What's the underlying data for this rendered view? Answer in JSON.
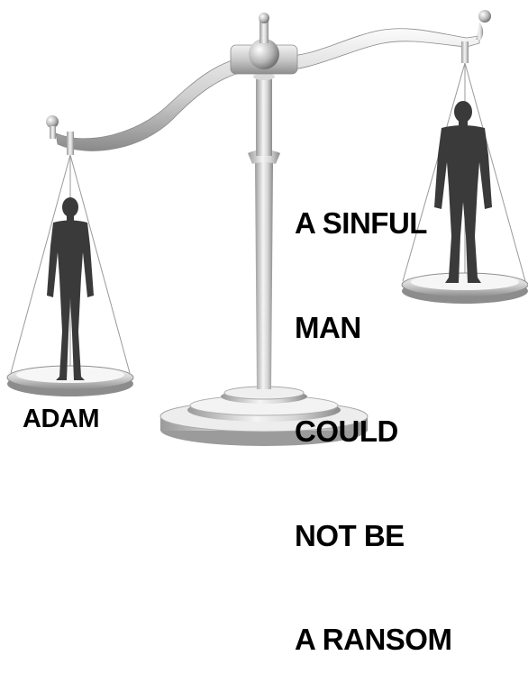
{
  "caption_lines": [
    "A SINFUL",
    "MAN",
    "COULD",
    "NOT BE",
    "A RANSOM"
  ],
  "left_pan_label": "ADAM",
  "figures": [
    "person-silhouette",
    "person-silhouette"
  ],
  "colors": {
    "metal_light": "#f2f2f2",
    "metal_mid": "#bdbdbd",
    "metal_dark": "#7a7a7a",
    "silhouette": "#3a3a3a",
    "text": "#000000"
  }
}
